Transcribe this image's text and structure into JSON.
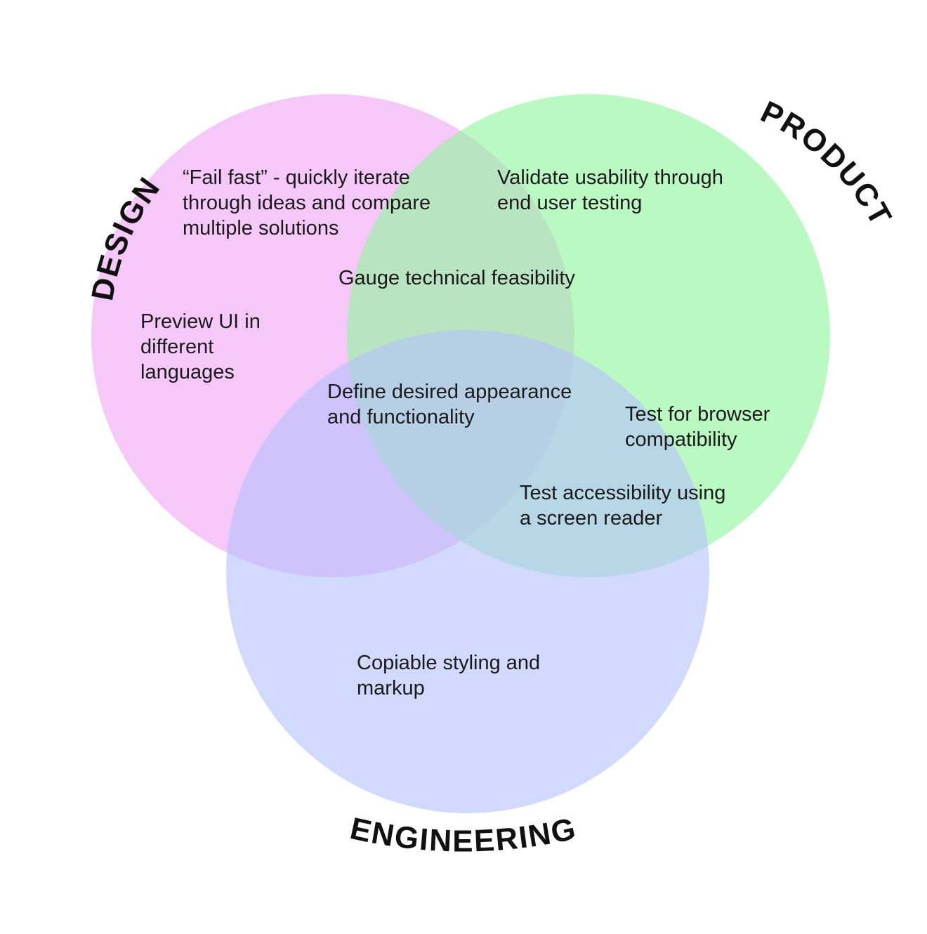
{
  "circles": [
    {
      "id": "design",
      "label": "DESIGN",
      "color": "#f0a6f6"
    },
    {
      "id": "product",
      "label": "PRODUCT",
      "color": "#92f59e"
    },
    {
      "id": "engineering",
      "label": "ENGINEERING",
      "color": "#b4c2fb"
    }
  ],
  "regions": {
    "design_only_top": [
      "“Fail fast” - quickly iterate",
      "through ideas and compare",
      "multiple solutions"
    ],
    "design_only_left": [
      "Preview UI in",
      "different",
      "languages"
    ],
    "design_product": [
      "Gauge technical feasibility"
    ],
    "product_only_top": [
      "Validate usability through",
      "end user testing"
    ],
    "product_only_right": [
      "Test for browser",
      "compatibility"
    ],
    "center": [
      "Define desired appearance",
      "and functionality"
    ],
    "product_engineering": [
      "Test accessibility using",
      "a screen reader"
    ],
    "engineering_only": [
      "Copiable styling and",
      "markup"
    ]
  }
}
